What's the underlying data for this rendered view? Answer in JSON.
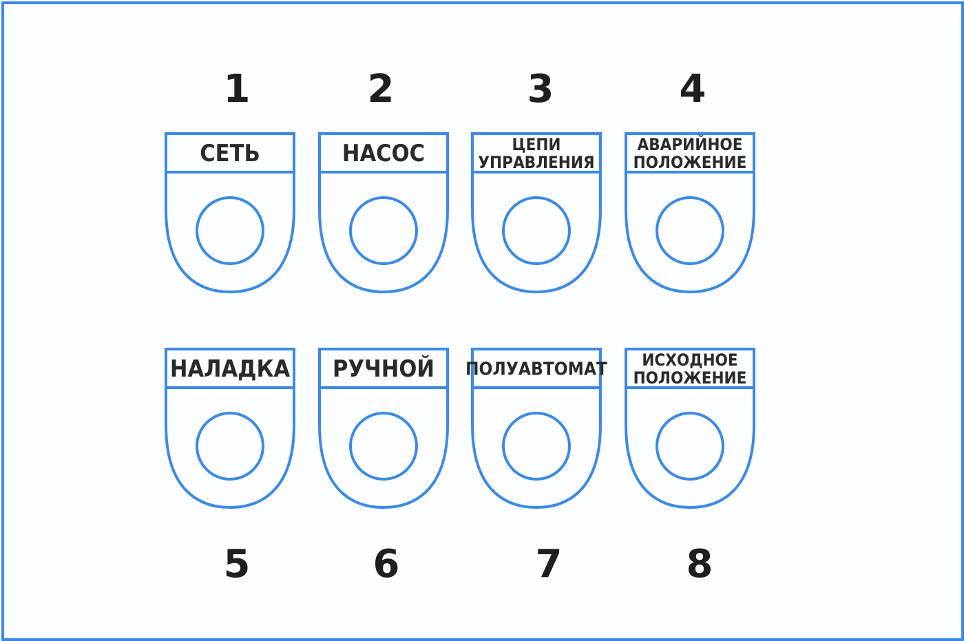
{
  "accent_color": "#3b8ae6",
  "indicators": [
    {
      "number": "1",
      "label_lines": [
        "СЕТЬ"
      ]
    },
    {
      "number": "2",
      "label_lines": [
        "НАСОС"
      ]
    },
    {
      "number": "3",
      "label_lines": [
        "ЦЕПИ",
        "УПРАВЛЕНИЯ"
      ]
    },
    {
      "number": "4",
      "label_lines": [
        "АВАРИЙНОЕ",
        "ПОЛОЖЕНИЕ"
      ]
    },
    {
      "number": "5",
      "label_lines": [
        "НАЛАДКА"
      ]
    },
    {
      "number": "6",
      "label_lines": [
        "РУЧНОЙ"
      ]
    },
    {
      "number": "7",
      "label_lines": [
        "ПОЛУАВТОМАТ"
      ]
    },
    {
      "number": "8",
      "label_lines": [
        "ИСХОДНОЕ",
        "ПОЛОЖЕНИЕ"
      ]
    }
  ]
}
